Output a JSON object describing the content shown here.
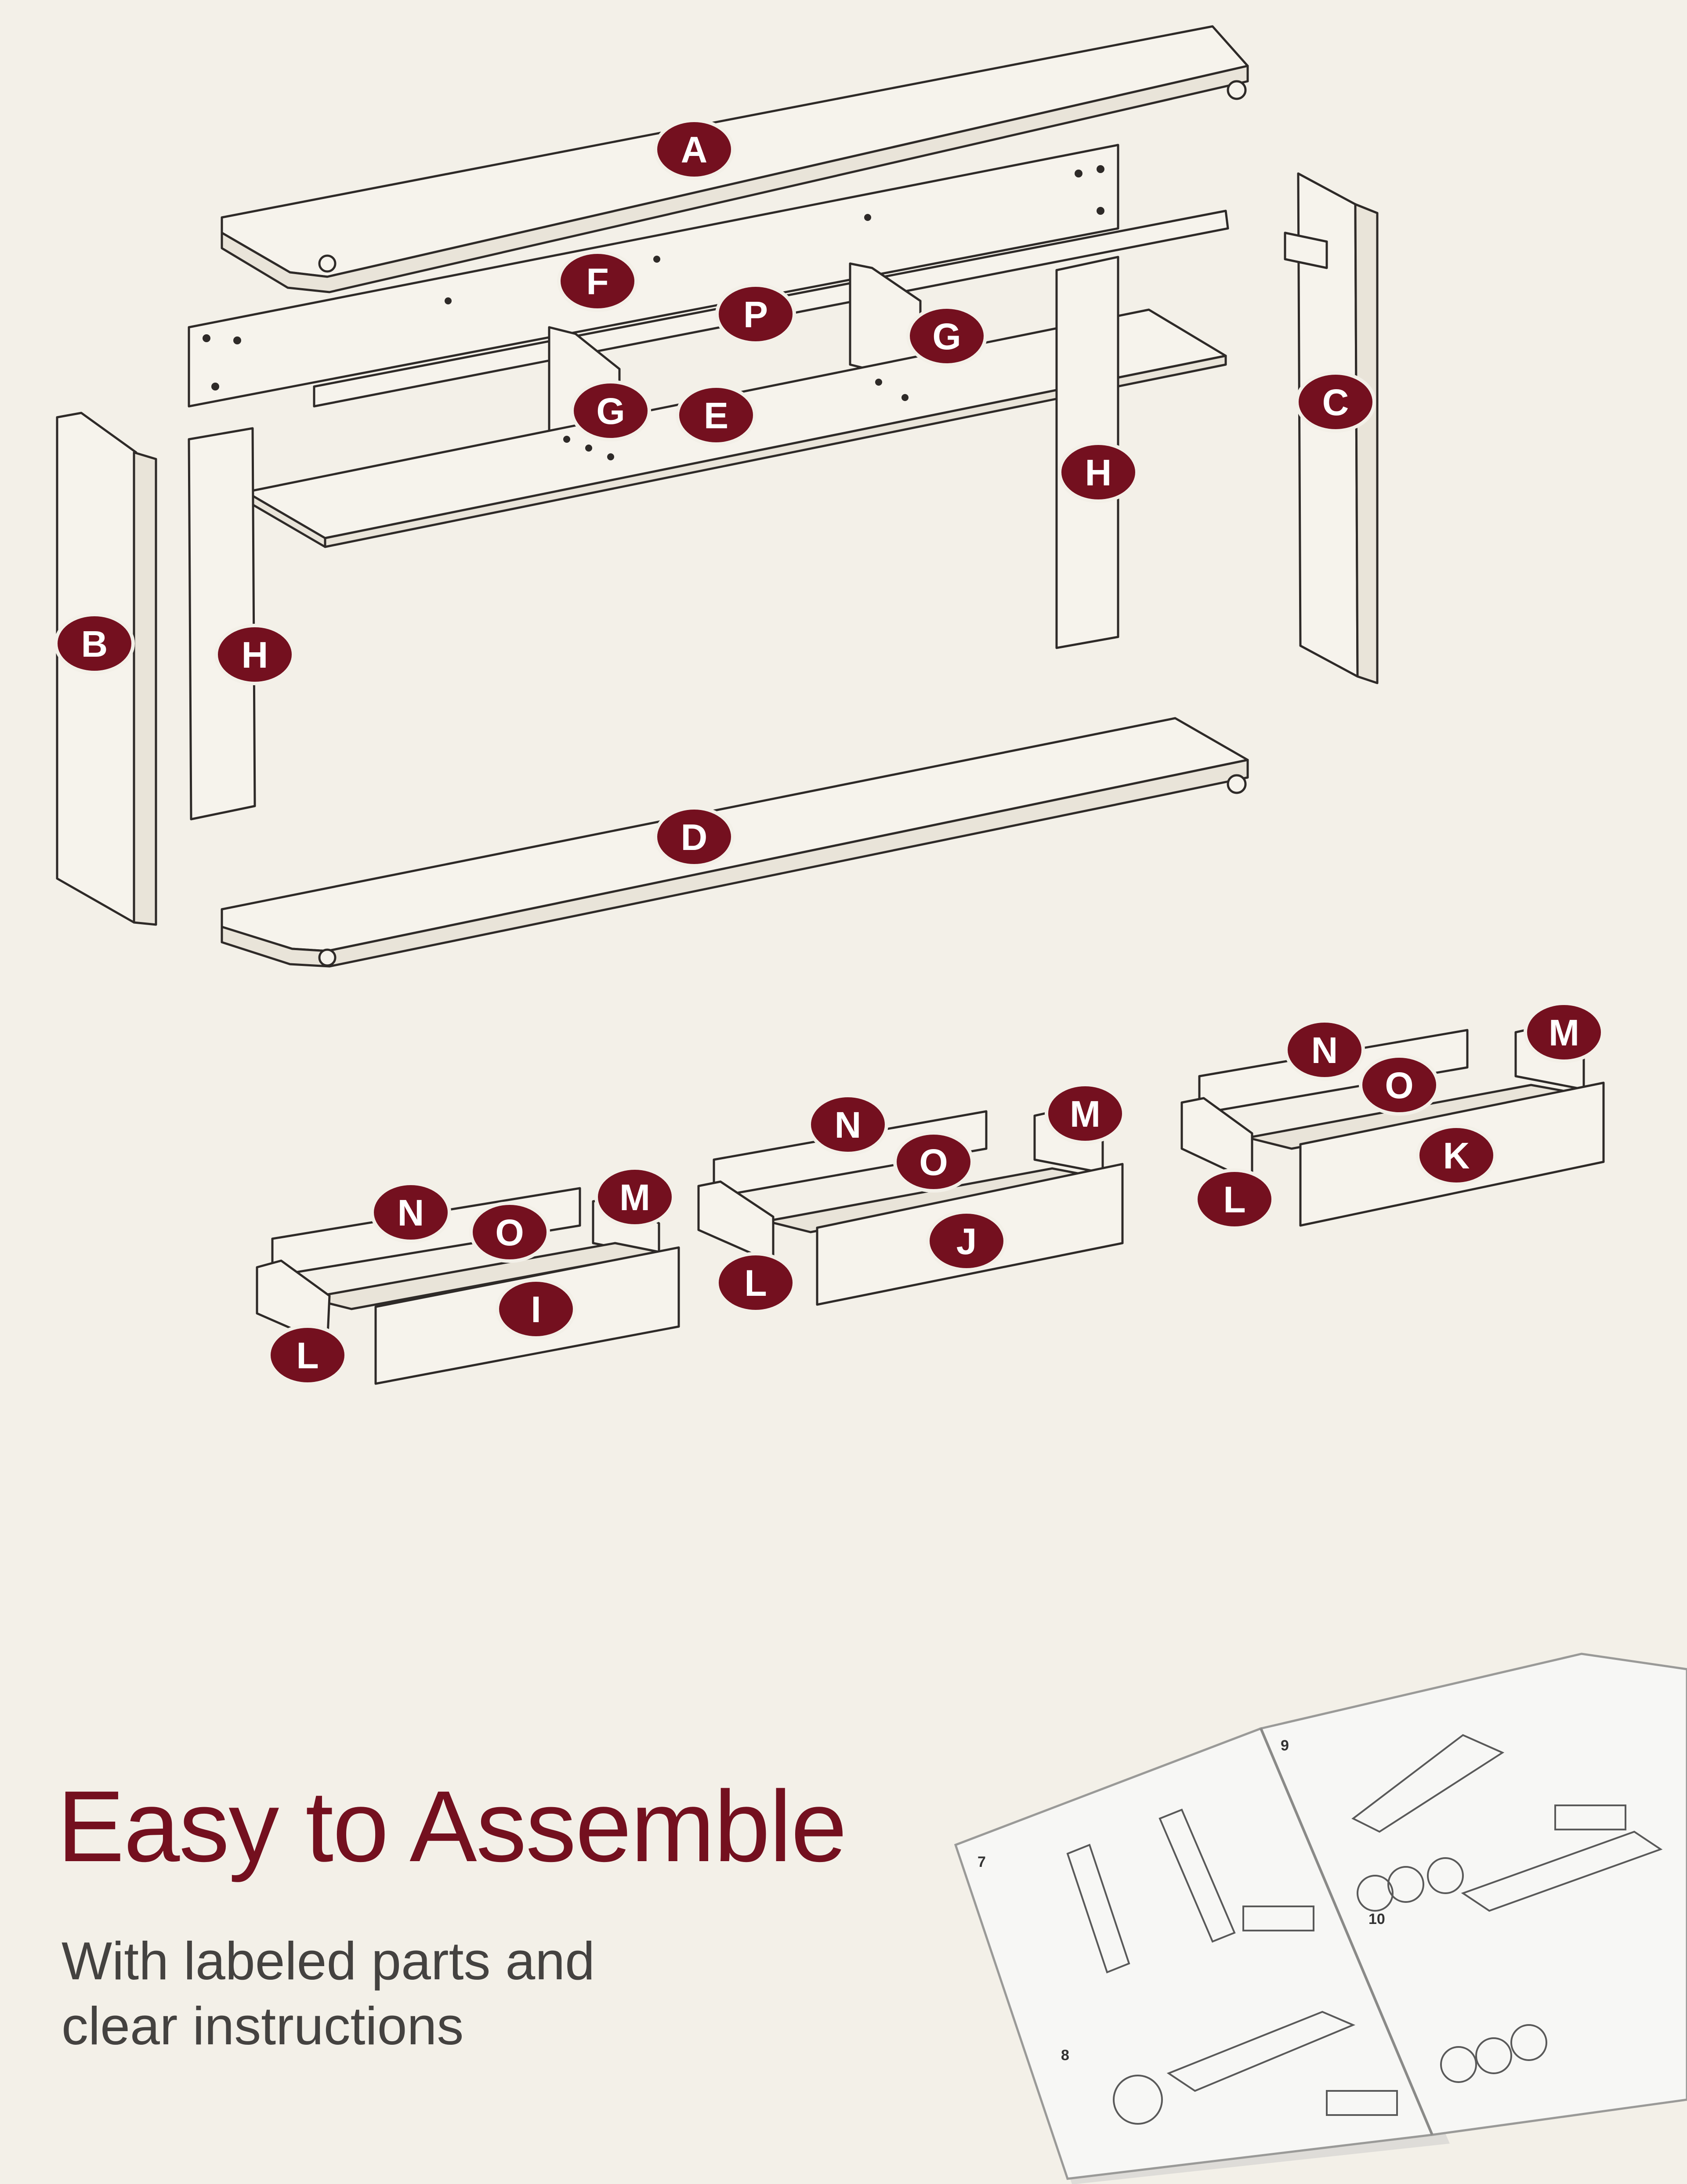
{
  "headline": "Easy to Assemble",
  "subtext": "With labeled parts and clear instructions",
  "colors": {
    "background": "#f3f0e8",
    "badge": "#74101f",
    "headline": "#74101f",
    "subtext": "#444240",
    "outline": "#2e2a28"
  },
  "part_labels": {
    "A": "A",
    "B": "B",
    "C": "C",
    "D": "D",
    "E": "E",
    "F": "F",
    "G": "G",
    "H": "H",
    "I": "I",
    "J": "J",
    "K": "K",
    "L": "L",
    "M": "M",
    "N": "N",
    "O": "O",
    "P": "P"
  },
  "manual_pages": {
    "p7": "7",
    "p8": "8",
    "p9": "9",
    "p10": "10"
  },
  "icons": [
    "exploded-parts-diagram",
    "instruction-manual-illustration"
  ]
}
